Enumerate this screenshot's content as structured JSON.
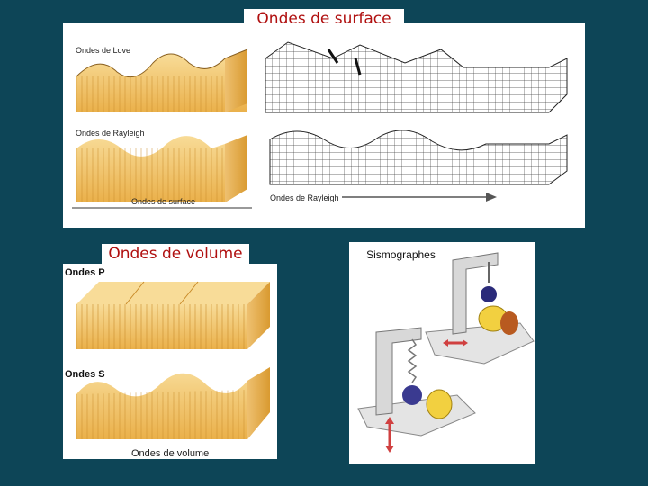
{
  "slide": {
    "surface_title": "Ondes de surface",
    "volume_title": "Ondes de volume",
    "seismo_title": "Sismographes"
  },
  "surface_figure": {
    "love_label": "Ondes de Love",
    "rayleigh_label": "Ondes de Rayleigh",
    "caption": "Ondes de surface",
    "rayleigh_arrow_label": "Ondes de Rayleigh"
  },
  "volume_figure": {
    "p_label": "Ondes P",
    "s_label": "Ondes S",
    "caption": "Ondes de volume"
  },
  "colors": {
    "background": "#0d4557",
    "title_red": "#b01010",
    "rock": "#f2c46a"
  }
}
